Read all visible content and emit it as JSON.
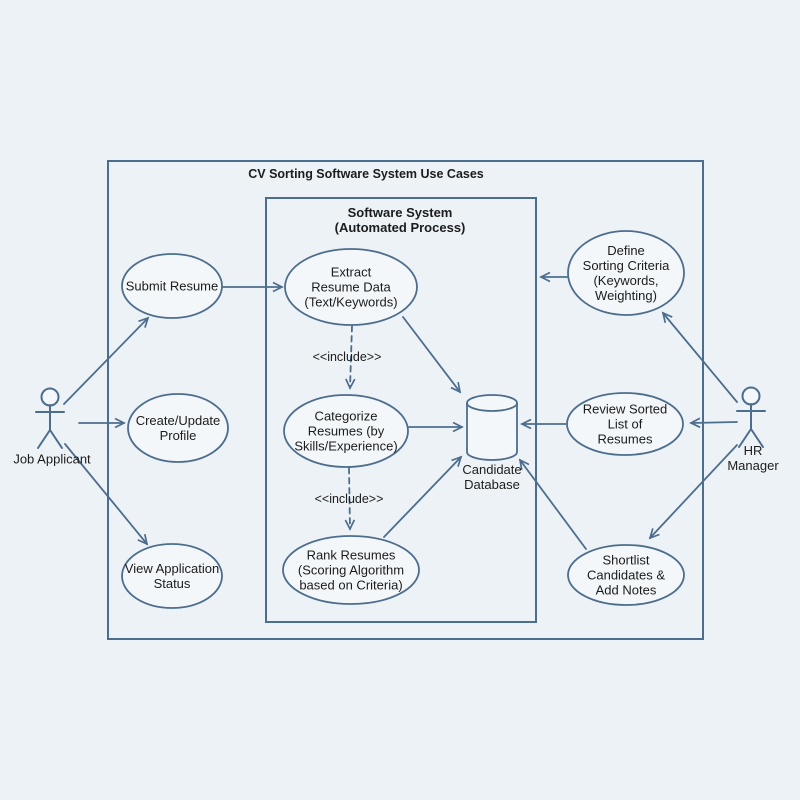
{
  "diagram": {
    "title": "CV Sorting Software System Use Cases",
    "system_box_title": "Software System\n(Automated Process)"
  },
  "actors": {
    "job_applicant": {
      "label": "Job Applicant"
    },
    "hr_manager": {
      "label": "HR Manager"
    }
  },
  "use_cases": {
    "submit_resume": {
      "label": "Submit Resume"
    },
    "create_update_profile": {
      "label": "Create/Update\nProfile"
    },
    "view_application_status": {
      "label": "View Application\nStatus"
    },
    "extract_resume_data": {
      "label": "Extract\nResume Data\n(Text/Keywords)"
    },
    "categorize_resumes": {
      "label": "Categorize\nResumes (by\nSkills/Experience)"
    },
    "rank_resumes": {
      "label": "Rank Resumes\n(Scoring Algorithm\nbased on Criteria)"
    },
    "define_sorting_criteria": {
      "label": "Define\nSorting Criteria\n(Keywords,\nWeighting)"
    },
    "review_sorted_list": {
      "label": "Review Sorted\nList of\nResumes"
    },
    "shortlist_candidates": {
      "label": "Shortlist\nCandidates &\nAdd Notes"
    }
  },
  "datastore": {
    "label": "Candidate\nDatabase"
  },
  "stereotypes": {
    "include_1": "<<include>>",
    "include_2": "<<include>>"
  },
  "colors": {
    "line": "#4d6d8d",
    "text": "#1c1c1c",
    "background": "#edf2f6",
    "shape_fill": "#f3f7fa"
  }
}
